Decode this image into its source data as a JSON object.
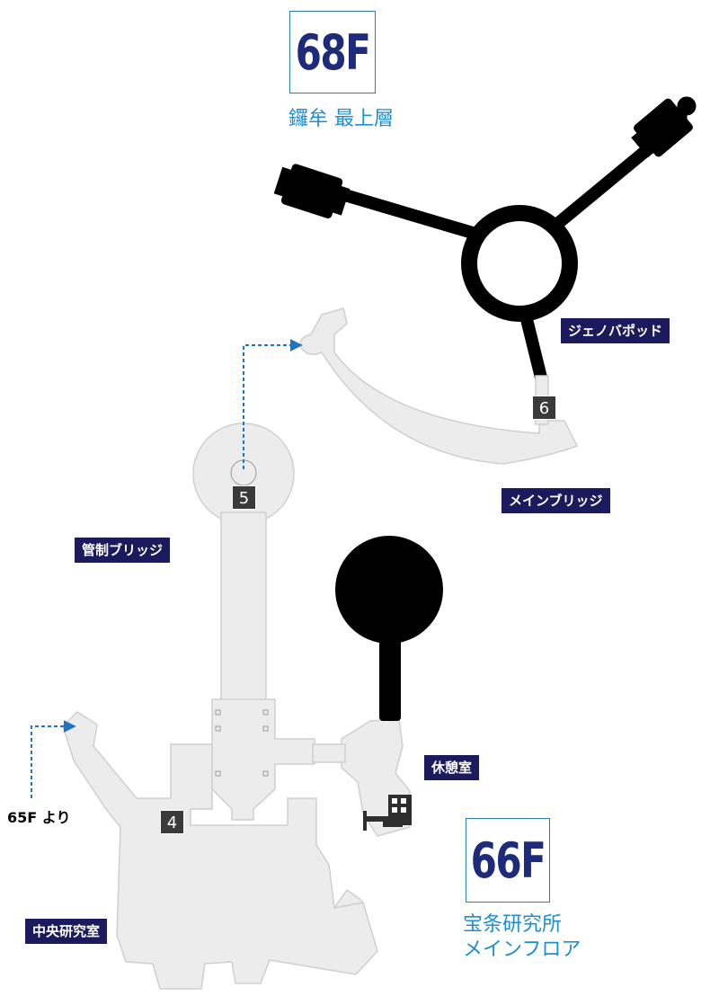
{
  "floor_top": {
    "number": "68F",
    "name": "鑼牟 最上層"
  },
  "floor_bottom": {
    "number": "66F",
    "name_line1": "宝条研究所",
    "name_line2": "メインフロア"
  },
  "labels": {
    "jenova_pod": "ジェノバポッド",
    "main_bridge": "メインブリッジ",
    "control_bridge": "管制ブリッジ",
    "lounge": "休憩室",
    "central_lab": "中央研究室"
  },
  "markers": {
    "m4": "4",
    "m5": "5",
    "m6": "6"
  },
  "entry_note": "65F より",
  "colors": {
    "floor_gray": "#ececec",
    "label_navy": "#1a1a5c",
    "floor_number": "#1e2a7a",
    "floor_name": "#1d8ed6",
    "path_arrow": "#1f74c2"
  }
}
